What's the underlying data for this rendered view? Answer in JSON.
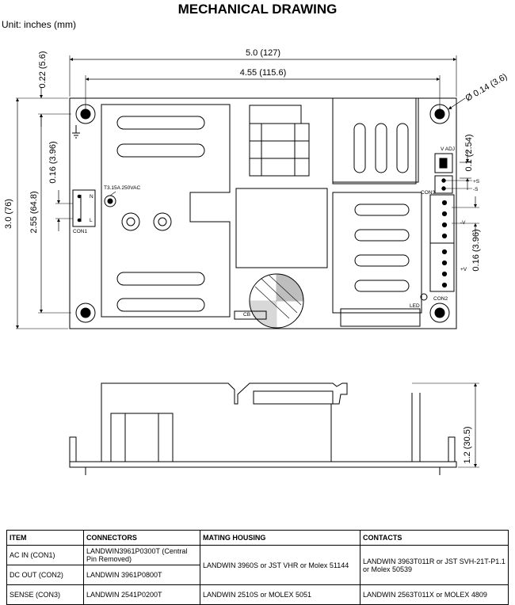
{
  "title": "MECHANICAL DRAWING",
  "unit": "Unit: inches (mm)",
  "top_view": {
    "dim_width_total": "5.0 (127)",
    "dim_width_holes": "4.55 (115.6)",
    "dim_top_offset": "0.22 (5.6)",
    "dim_hole_dia": "Ø 0.14 (3.6)",
    "dim_height_total": "3.0 (76)",
    "dim_height_holes": "2.55 (64.8)",
    "dim_con1_offset": "0.16 (3.96)",
    "dim_con3_offset": "0.1 (2.54)",
    "dim_con2_offset": "0.16 (3.96)",
    "fuse_label": "T3.15A 250VAC",
    "con1_label": "CON1",
    "con1_pin_n": "N",
    "con1_pin_l": "L",
    "con2_label": "CON2",
    "con3_label": "CON3",
    "vadj_label": "V ADJ",
    "sense_plus": "+S",
    "sense_minus": "-S",
    "vout_minus": "-V",
    "vout_plus": "+V",
    "led_label": "LED",
    "cb_label": "CB"
  },
  "side_view": {
    "dim_height": "1.2 (30.5)"
  },
  "table": {
    "headers": [
      "ITEM",
      "CONNECTORS",
      "MATING HOUSING",
      "CONTACTS"
    ],
    "rows": [
      {
        "item": "AC IN (CON1)",
        "connector": "LANDWIN3961P0300T (Central Pin Removed)"
      },
      {
        "item": "DC OUT (CON2)",
        "connector": "LANDWIN 3961P0800T"
      },
      {
        "item": "SENSE (CON3)",
        "connector": "LANDWIN 2541P0200T",
        "housing": "LANDWIN 2510S or MOLEX 5051",
        "contacts": "LANDWIN 2563T011X or MOLEX 4809"
      }
    ],
    "merged_housing": "LANDWIN 3960S or JST VHR or Molex 51144",
    "merged_contacts": "LANDWIN 3963T011R or JST SVH-21T-P1.1 or Molex 50539"
  }
}
